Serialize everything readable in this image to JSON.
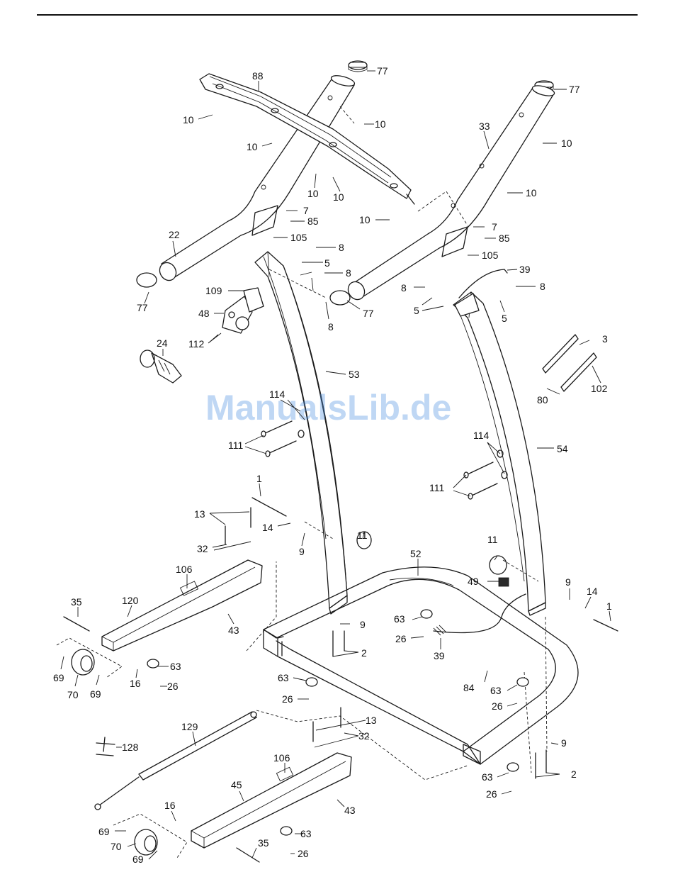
{
  "watermark": "ManualsLib.de",
  "labels": [
    {
      "id": "l88",
      "text": "88"
    },
    {
      "id": "l77a",
      "text": "77"
    },
    {
      "id": "l77b",
      "text": "77"
    },
    {
      "id": "l33",
      "text": "33"
    },
    {
      "id": "l10a",
      "text": "10"
    },
    {
      "id": "l10b",
      "text": "10"
    },
    {
      "id": "l10c",
      "text": "10"
    },
    {
      "id": "l10d",
      "text": "10"
    },
    {
      "id": "l10e",
      "text": "10"
    },
    {
      "id": "l10f",
      "text": "10"
    },
    {
      "id": "l10g",
      "text": "10"
    },
    {
      "id": "l10h",
      "text": "10"
    },
    {
      "id": "l7a",
      "text": "7"
    },
    {
      "id": "l85a",
      "text": "85"
    },
    {
      "id": "l7b",
      "text": "7"
    },
    {
      "id": "l85b",
      "text": "85"
    },
    {
      "id": "l22",
      "text": "22"
    },
    {
      "id": "l105a",
      "text": "105"
    },
    {
      "id": "l105b",
      "text": "105"
    },
    {
      "id": "l8a",
      "text": "8"
    },
    {
      "id": "l8b",
      "text": "8"
    },
    {
      "id": "l8c",
      "text": "8"
    },
    {
      "id": "l8d",
      "text": "8"
    },
    {
      "id": "l8e",
      "text": "8"
    },
    {
      "id": "l5a",
      "text": "5"
    },
    {
      "id": "l5b",
      "text": "5"
    },
    {
      "id": "l5c",
      "text": "5"
    },
    {
      "id": "l77c",
      "text": "77"
    },
    {
      "id": "l77d",
      "text": "77"
    },
    {
      "id": "l39a",
      "text": "39"
    },
    {
      "id": "l109",
      "text": "109"
    },
    {
      "id": "l48",
      "text": "48"
    },
    {
      "id": "l112",
      "text": "112"
    },
    {
      "id": "l24",
      "text": "24"
    },
    {
      "id": "l53",
      "text": "53"
    },
    {
      "id": "l3",
      "text": "3"
    },
    {
      "id": "l102",
      "text": "102"
    },
    {
      "id": "l80",
      "text": "80"
    },
    {
      "id": "l114a",
      "text": "114"
    },
    {
      "id": "l111a",
      "text": "111"
    },
    {
      "id": "l114b",
      "text": "114"
    },
    {
      "id": "l111b",
      "text": "111"
    },
    {
      "id": "l54",
      "text": "54"
    },
    {
      "id": "l1a",
      "text": "1"
    },
    {
      "id": "l13a",
      "text": "13"
    },
    {
      "id": "l14a",
      "text": "14"
    },
    {
      "id": "l32a",
      "text": "32"
    },
    {
      "id": "l9a",
      "text": "9"
    },
    {
      "id": "l11a",
      "text": "11"
    },
    {
      "id": "l52",
      "text": "52"
    },
    {
      "id": "l106a",
      "text": "106"
    },
    {
      "id": "l11b",
      "text": "11"
    },
    {
      "id": "l49",
      "text": "49"
    },
    {
      "id": "l9b",
      "text": "9"
    },
    {
      "id": "l14b",
      "text": "14"
    },
    {
      "id": "l1b",
      "text": "1"
    },
    {
      "id": "l35a",
      "text": "35"
    },
    {
      "id": "l120",
      "text": "120"
    },
    {
      "id": "l43a",
      "text": "43"
    },
    {
      "id": "l9c",
      "text": "9"
    },
    {
      "id": "l63a",
      "text": "63"
    },
    {
      "id": "l2a",
      "text": "2"
    },
    {
      "id": "l26a",
      "text": "26"
    },
    {
      "id": "l39b",
      "text": "39"
    },
    {
      "id": "l69a",
      "text": "69"
    },
    {
      "id": "l70a",
      "text": "70"
    },
    {
      "id": "l69b",
      "text": "69"
    },
    {
      "id": "l16a",
      "text": "16"
    },
    {
      "id": "l63b",
      "text": "63"
    },
    {
      "id": "l26b",
      "text": "26"
    },
    {
      "id": "l63c",
      "text": "63"
    },
    {
      "id": "l26c",
      "text": "26"
    },
    {
      "id": "l84",
      "text": "84"
    },
    {
      "id": "l63d",
      "text": "63"
    },
    {
      "id": "l26d",
      "text": "26"
    },
    {
      "id": "l129",
      "text": "129"
    },
    {
      "id": "l13b",
      "text": "13"
    },
    {
      "id": "l128",
      "text": "128"
    },
    {
      "id": "l32b",
      "text": "32"
    },
    {
      "id": "l9d",
      "text": "9"
    },
    {
      "id": "l106b",
      "text": "106"
    },
    {
      "id": "l63e",
      "text": "63"
    },
    {
      "id": "l2b",
      "text": "2"
    },
    {
      "id": "l26e",
      "text": "26"
    },
    {
      "id": "l45",
      "text": "45"
    },
    {
      "id": "l43b",
      "text": "43"
    },
    {
      "id": "l16b",
      "text": "16"
    },
    {
      "id": "l69c",
      "text": "69"
    },
    {
      "id": "l63f",
      "text": "63"
    },
    {
      "id": "l70b",
      "text": "70"
    },
    {
      "id": "l35b",
      "text": "35"
    },
    {
      "id": "l26f",
      "text": "26"
    },
    {
      "id": "l69d",
      "text": "69"
    }
  ]
}
